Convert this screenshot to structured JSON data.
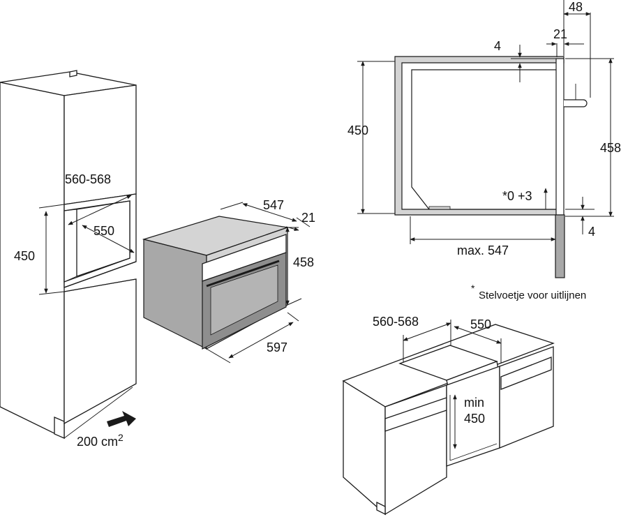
{
  "labels": {
    "tall_niche_width": "560-568",
    "tall_niche_depth": "550",
    "tall_niche_height": "450",
    "airflow_area": "200 cm",
    "airflow_unit_sup": "2",
    "oven_depth": "547",
    "oven_front_thickness": "21",
    "oven_height": "458",
    "oven_width": "597",
    "section_top_width": "48",
    "section_top_offset": "21",
    "section_top_gap": "4",
    "section_niche_height": "450",
    "section_front_height": "458",
    "section_feet": "*0 +3",
    "section_bottom_gap": "4",
    "section_max_depth": "max. 547",
    "footnote_star": "*",
    "footnote_text": "Stelvoetje voor uitlijnen",
    "counter_width": "560-568",
    "counter_depth": "550",
    "counter_min_label": "min",
    "counter_min_value": "450"
  }
}
